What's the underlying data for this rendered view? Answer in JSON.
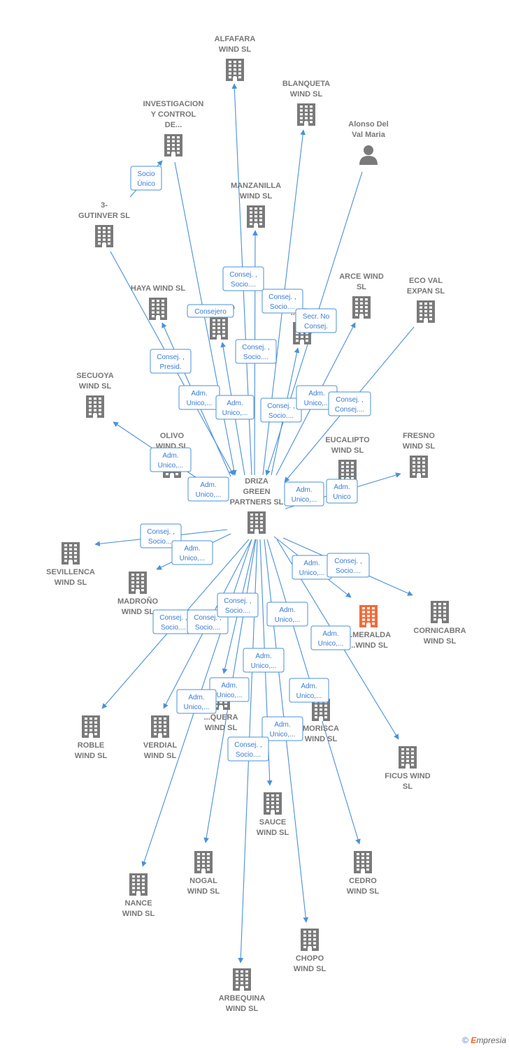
{
  "colors": {
    "edge": "#4a90d9",
    "node": "#7a7a7a",
    "highlight": "#f26b3a"
  },
  "nodes": [
    {
      "id": "alfafara",
      "type": "building",
      "lines": [
        "ALFAFARA",
        "WIND  SL"
      ]
    },
    {
      "id": "blanqueta",
      "type": "building",
      "lines": [
        "BLANQUETA",
        "WIND  SL"
      ]
    },
    {
      "id": "investigacion",
      "type": "building",
      "lines": [
        "INVESTIGACION",
        "Y CONTROL",
        "DE..."
      ]
    },
    {
      "id": "alonso",
      "type": "person",
      "lines": [
        "Alonso Del",
        "Val Maria"
      ]
    },
    {
      "id": "gutinver",
      "type": "building",
      "lines": [
        "3-",
        "GUTINVER SL"
      ]
    },
    {
      "id": "manzanilla",
      "type": "building",
      "lines": [
        "MANZANILLA",
        "WIND  SL"
      ]
    },
    {
      "id": "haya",
      "type": "building",
      "lines": [
        "HAYA WIND  SL"
      ]
    },
    {
      "id": "cerezo",
      "type": "building",
      "lines": [
        "CEREZO"
      ]
    },
    {
      "id": "pena",
      "type": "building",
      "lines": [
        "...EÑA"
      ]
    },
    {
      "id": "arce",
      "type": "building",
      "lines": [
        "ARCE WIND",
        "SL"
      ]
    },
    {
      "id": "ecoval",
      "type": "building",
      "lines": [
        "ECO VAL",
        "EXPAN  SL"
      ]
    },
    {
      "id": "secuoya",
      "type": "building",
      "lines": [
        "SECUOYA",
        "WIND  SL"
      ]
    },
    {
      "id": "olivo",
      "type": "building",
      "lines": [
        "OLIVO",
        "WIND  SL"
      ]
    },
    {
      "id": "eucalipto",
      "type": "building",
      "lines": [
        "EUCALIPTO",
        "WIND  SL"
      ]
    },
    {
      "id": "fresno",
      "type": "building",
      "lines": [
        "FRESNO",
        "WIND  SL"
      ]
    },
    {
      "id": "driza",
      "type": "building",
      "lines": [
        "DRIZA",
        "GREEN",
        "PARTNERS  SL"
      ]
    },
    {
      "id": "sevillenca",
      "type": "building",
      "lines": [
        "SEVILLENCA",
        "WIND  SL"
      ]
    },
    {
      "id": "madrono",
      "type": "building",
      "lines": [
        "MADROÑO",
        "WIND  SL"
      ]
    },
    {
      "id": "esmeralda",
      "type": "building",
      "lines": [
        "...MERALDA",
        "...WIND  SL"
      ],
      "highlight": true
    },
    {
      "id": "cornicabra",
      "type": "building",
      "lines": [
        "CORNICABRA",
        "WIND  SL"
      ]
    },
    {
      "id": "roble",
      "type": "building",
      "lines": [
        "ROBLE",
        "WIND  SL"
      ]
    },
    {
      "id": "verdial",
      "type": "building",
      "lines": [
        "VERDIAL",
        "WIND  SL"
      ]
    },
    {
      "id": "quera",
      "type": "building",
      "lines": [
        "...QUERA",
        "WIND  SL"
      ]
    },
    {
      "id": "morisca",
      "type": "building",
      "lines": [
        "MORISCA",
        "WIND  SL"
      ]
    },
    {
      "id": "ficus",
      "type": "building",
      "lines": [
        "FICUS WIND",
        "SL"
      ]
    },
    {
      "id": "sauce",
      "type": "building",
      "lines": [
        "SAUCE",
        "WIND  SL"
      ]
    },
    {
      "id": "nogal",
      "type": "building",
      "lines": [
        "NOGAL",
        "WIND  SL"
      ]
    },
    {
      "id": "cedro",
      "type": "building",
      "lines": [
        "CEDRO",
        "WIND  SL"
      ]
    },
    {
      "id": "nance",
      "type": "building",
      "lines": [
        "NANCE",
        "WIND  SL"
      ]
    },
    {
      "id": "chopo",
      "type": "building",
      "lines": [
        "CHOPO",
        "WIND  SL"
      ]
    },
    {
      "id": "arbequina",
      "type": "building",
      "lines": [
        "ARBEQUINA",
        "WIND  SL"
      ]
    }
  ],
  "edges": [
    {
      "from": "driza",
      "to": "alfafara"
    },
    {
      "from": "driza",
      "to": "blanqueta"
    },
    {
      "from": "gutinver",
      "to": "investigacion"
    },
    {
      "from": "driza",
      "to": "manzanilla"
    },
    {
      "from": "driza",
      "to": "haya"
    },
    {
      "from": "driza",
      "to": "cerezo"
    },
    {
      "from": "driza",
      "to": "pena"
    },
    {
      "from": "driza",
      "to": "arce"
    },
    {
      "from": "ecoval",
      "to": "driza"
    },
    {
      "from": "driza",
      "to": "secuoya"
    },
    {
      "from": "driza",
      "to": "fresno"
    },
    {
      "from": "driza",
      "to": "sevillenca"
    },
    {
      "from": "driza",
      "to": "madrono"
    },
    {
      "from": "driza",
      "to": "esmeralda"
    },
    {
      "from": "driza",
      "to": "cornicabra"
    },
    {
      "from": "driza",
      "to": "roble"
    },
    {
      "from": "driza",
      "to": "verdial"
    },
    {
      "from": "driza",
      "to": "quera"
    },
    {
      "from": "driza",
      "to": "ficus"
    },
    {
      "from": "driza",
      "to": "sauce"
    },
    {
      "from": "driza",
      "to": "nogal"
    },
    {
      "from": "driza",
      "to": "cedro"
    },
    {
      "from": "driza",
      "to": "nance"
    },
    {
      "from": "driza",
      "to": "chopo"
    },
    {
      "from": "driza",
      "to": "arbequina"
    },
    {
      "from": "investigacion",
      "to": "driza"
    },
    {
      "from": "gutinver",
      "to": "driza"
    },
    {
      "from": "alonso",
      "to": "driza"
    }
  ],
  "edge_labels": [
    {
      "lines": [
        "Socio",
        "Único"
      ]
    },
    {
      "lines": [
        "Consej. ,",
        "Socio...."
      ]
    },
    {
      "lines": [
        "Consej. ,",
        "Socio...."
      ]
    },
    {
      "lines": [
        "Secr.  No",
        "Consej."
      ]
    },
    {
      "lines": [
        "Consejero"
      ]
    },
    {
      "lines": [
        "Consej. ,",
        "Presid."
      ]
    },
    {
      "lines": [
        "Consej. ,",
        "Socio...."
      ]
    },
    {
      "lines": [
        "Adm.",
        "Unico,..."
      ]
    },
    {
      "lines": [
        "Adm.",
        "Unico,..."
      ]
    },
    {
      "lines": [
        "Consej. ,",
        "Socio...."
      ]
    },
    {
      "lines": [
        "Adm.",
        "Unico,..."
      ]
    },
    {
      "lines": [
        "Consej. ,",
        "Consej...."
      ]
    },
    {
      "lines": [
        "Adm.",
        "Unico,..."
      ]
    },
    {
      "lines": [
        "Adm.",
        "Unico,..."
      ]
    },
    {
      "lines": [
        "Adm.",
        "Unico,..."
      ]
    },
    {
      "lines": [
        "Adm.",
        "Unico"
      ]
    },
    {
      "lines": [
        "Consej. ,",
        "Socio...."
      ]
    },
    {
      "lines": [
        "Adm.",
        "Unico,..."
      ]
    },
    {
      "lines": [
        "Adm.",
        "Unico,..."
      ]
    },
    {
      "lines": [
        "Consej. ,",
        "Socio...."
      ]
    },
    {
      "lines": [
        "Consej. ,",
        "Socio...."
      ]
    },
    {
      "lines": [
        "Consej. ,",
        "Socio...."
      ]
    },
    {
      "lines": [
        "Consej. ,",
        "Socio...."
      ]
    },
    {
      "lines": [
        "Adm.",
        "Unico,..."
      ]
    },
    {
      "lines": [
        "Adm.",
        "Unico,..."
      ]
    },
    {
      "lines": [
        "Adm.",
        "Unico,..."
      ]
    },
    {
      "lines": [
        "Adm.",
        "Unico,..."
      ]
    },
    {
      "lines": [
        "Adm.",
        "Unico,..."
      ]
    },
    {
      "lines": [
        "Adm.",
        "Unico,..."
      ]
    },
    {
      "lines": [
        "Adm.",
        "Unico,..."
      ]
    },
    {
      "lines": [
        "Consej. ,",
        "Socio...."
      ]
    }
  ],
  "footer": {
    "copyright": "©",
    "brand_initial": "E",
    "brand_rest": "mpresia"
  }
}
